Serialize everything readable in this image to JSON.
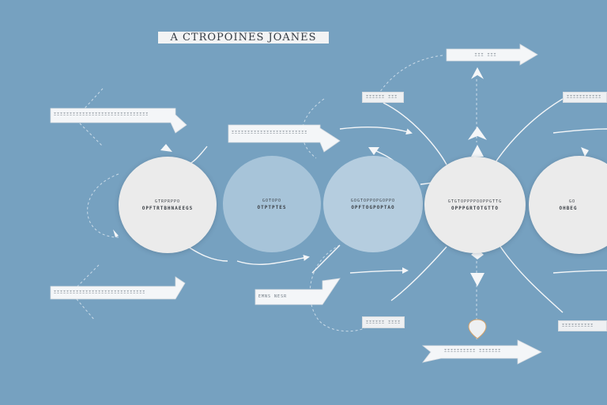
{
  "title": "A CTROPOINES JOANES",
  "nodes": [
    {
      "line1": "GTRPRPPO",
      "line2": "OPFTRTBHNAEEGS"
    },
    {
      "line1": "GOTOPO",
      "line2": "OTPTPTES"
    },
    {
      "line1": "GOGTOPPOPGOPPO",
      "line2": "OPFTOGPOPTAO"
    },
    {
      "line1": "GTGTOPPPPOOPPGTTG",
      "line2": "OPPPGRTOTGTTO"
    },
    {
      "line1": "GO",
      "line2": "OHBEG"
    }
  ],
  "tags": [
    "ΞΞΞΞΞΞΞΞΞΞΞΞΞΞΞΞΞΞΞΞΞΞΞΞΞΞΞΞΞΞ",
    "ΞΞΞΞΞΞΞΞΞΞΞΞΞΞΞΞΞΞΞΞΞΞΞΞ",
    "ΞΞΞΞΞΞΞΞΞΞΞΞΞΞΞΞΞΞΞΞΞΞΞΞΞΞΞΞΞ",
    "EMNS  NESR",
    "ΞΞΞ ΞΞΞ",
    "ΞΞΞΞΞΞ ΞΞΞ",
    "ΞΞΞΞΞΞΞΞΞΞΞ",
    "ΞΞΞΞΞΞ ΞΞΞΞ",
    "ΞΞΞΞΞΞΞΞΞΞ ΞΞΞΞΞΞΞ",
    "ΞΞΞΞΞΞΞΞΞΞ"
  ],
  "colors": {
    "background": "#76a1c0",
    "node_light": "#ebebeb",
    "node_blue": "#a7c4d9",
    "connector": "#f4f6f8",
    "dashed": "#d9e5ef"
  }
}
